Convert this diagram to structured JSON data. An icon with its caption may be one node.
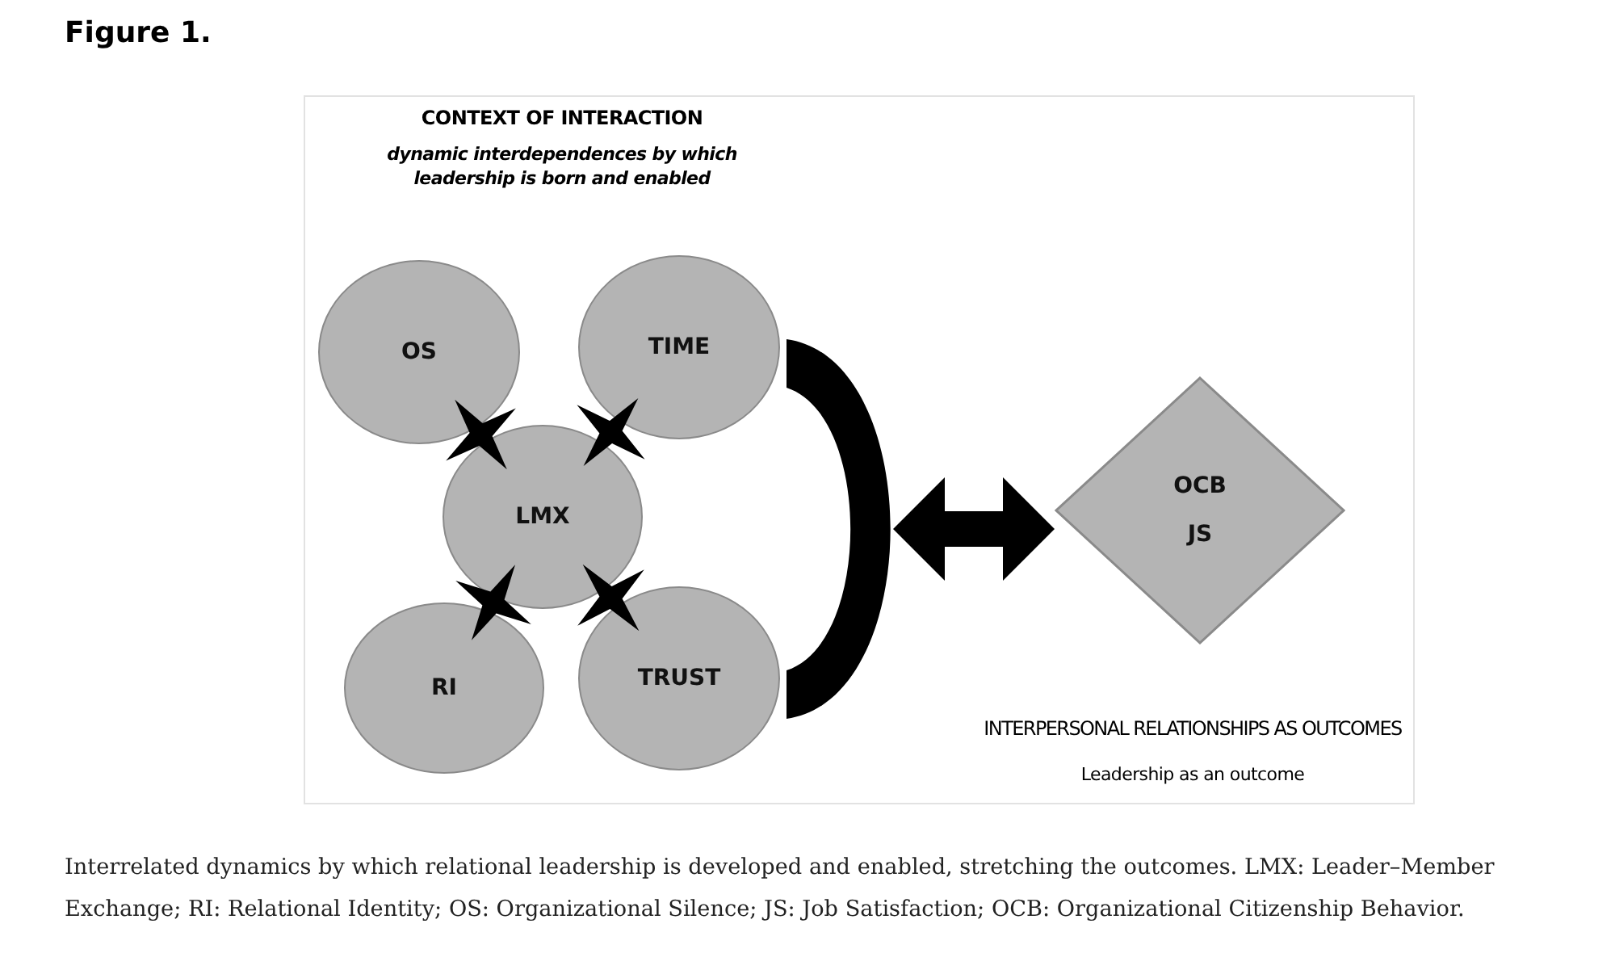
{
  "diagram": {
    "title": "Figure 1.",
    "caption": "Interrelated dynamics by which relational leadership is developed and enabled, stretching the outcomes. LMX: Leader–Member Exchange; RI: Relational Identity; OS: Organizational Silence; JS: Job Satisfaction; OCB: Organizational Citizenship Behavior.",
    "nodes": [
      {
        "text": [
          "OS"
        ]
      },
      {
        "text": [
          "TIME"
        ]
      },
      {
        "text": [
          "LMX"
        ]
      },
      {
        "text": [
          "RI"
        ]
      },
      {
        "text": [
          "TRUST"
        ]
      },
      {
        "text": [],
        "shape": "bracket"
      },
      {
        "text": [
          "OCB",
          "JS"
        ]
      }
    ],
    "edges": [
      {
        "from": 0,
        "to": 2,
        "arrow": "none"
      },
      {
        "from": 1,
        "to": 2,
        "arrow": "none"
      },
      {
        "from": 2,
        "to": 3,
        "arrow": "none"
      },
      {
        "from": 2,
        "to": 4,
        "arrow": "none"
      },
      {
        "from": 5,
        "to": 6,
        "arrow": "both",
        "style": "thick"
      }
    ],
    "labels": [
      "CONTEXT OF INTERACTION",
      "dynamic interdependences by which leadership is born and enabled",
      "INTERPERSONAL RELATIONSHIPS AS OUTCOMES",
      "Leadership as an outcome"
    ]
  }
}
